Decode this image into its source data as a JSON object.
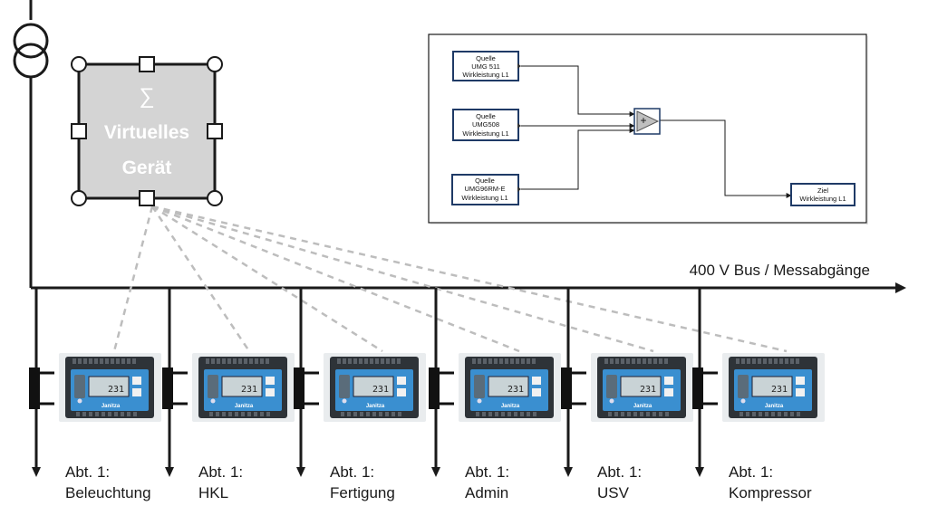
{
  "virtual_device": {
    "symbol": "∑",
    "line1": "Virtuelles",
    "line2": "Gerät"
  },
  "bus": {
    "label": "400 V Bus / Messabgänge"
  },
  "flow": {
    "sources": [
      {
        "line1": "Quelle",
        "line2": "UMG 511",
        "line3": "Wirkleistung L1"
      },
      {
        "line1": "Quelle",
        "line2": "UMG508",
        "line3": "Wirkleistung L1"
      },
      {
        "line1": "Quelle",
        "line2": "UMG96RM-E",
        "line3": "Wirkleistung L1"
      }
    ],
    "adder_symbol": "+",
    "target": {
      "line1": "Ziel",
      "line2": "Wirkleistung L1"
    }
  },
  "meters": [
    {
      "brand": "Janitza",
      "display": "231",
      "label1": "Abt. 1:",
      "label2": "Beleuchtung"
    },
    {
      "brand": "Janitza",
      "display": "231",
      "label1": "Abt. 1:",
      "label2": "HKL"
    },
    {
      "brand": "Janitza",
      "display": "231",
      "label1": "Abt. 1:",
      "label2": "Fertigung"
    },
    {
      "brand": "Janitza",
      "display": "231",
      "label1": "Abt. 1:",
      "label2": "Admin"
    },
    {
      "brand": "Janitza",
      "display": "231",
      "label1": "Abt. 1:",
      "label2": "USV"
    },
    {
      "brand": "Janitza",
      "display": "231",
      "label1": "Abt. 1:",
      "label2": "Kompressor"
    }
  ],
  "colors": {
    "line": "#1a1a1a",
    "dashed": "#bdbdbd",
    "virtual_fill": "#d4d4d4",
    "meter_body": "#2e3338",
    "meter_face": "#3a8fd0",
    "lcd": "#c9d3d6"
  }
}
